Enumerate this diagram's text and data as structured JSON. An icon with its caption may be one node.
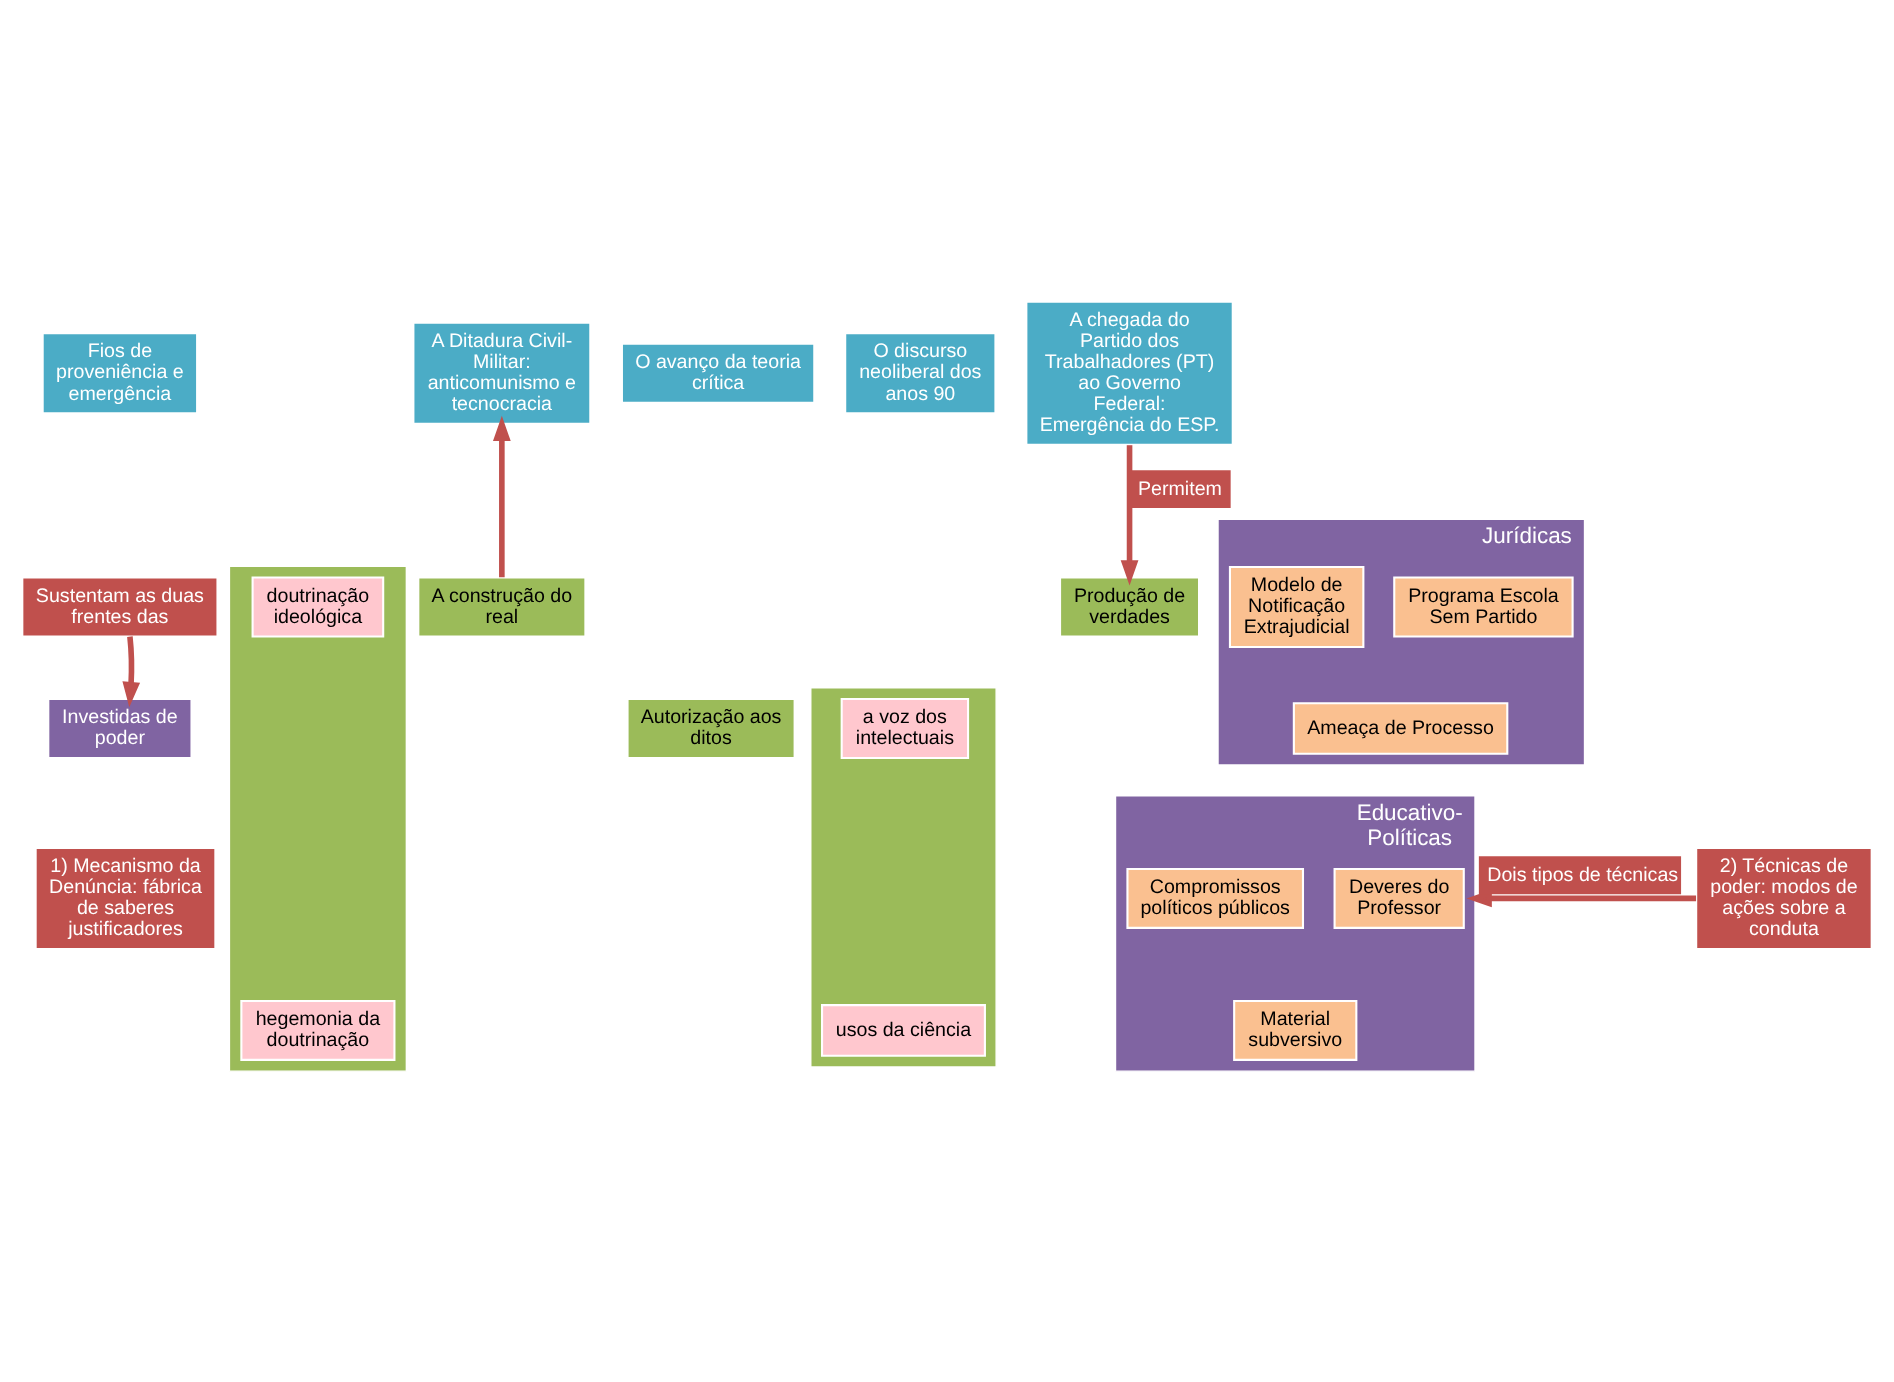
{
  "diagram": {
    "nodes": [
      {
        "text": [
          "Fios de proveniência e emergência"
        ]
      },
      {
        "text": [
          "A Ditadura Civil-Militar: anticomunismo e tecnocracia"
        ]
      },
      {
        "text": [
          "O avanço da teoria crítica"
        ]
      },
      {
        "text": [
          "O discurso neoliberal dos anos 90"
        ]
      },
      {
        "text": [
          "A chegada do Partido dos Trabalhadores (PT) ao Governo Federal: Emergência do ESP."
        ]
      },
      {
        "text": [
          "Sustentam as duas frentes das"
        ]
      },
      {
        "text": [
          "A construção do real"
        ]
      },
      {
        "text": [],
        "shape": "box"
      },
      {
        "text": [
          "doutrinação ideológica"
        ],
        "in": 7
      },
      {
        "text": [
          "hegemonia da doutrinação"
        ],
        "in": 7
      },
      {
        "text": [
          "Produção de verdades"
        ]
      },
      {
        "text": [
          "Autorização aos ditos"
        ]
      },
      {
        "text": [],
        "shape": "box"
      },
      {
        "text": [
          "a voz dos intelectuais"
        ],
        "in": 12
      },
      {
        "text": [
          "usos da ciência"
        ],
        "in": 12
      },
      {
        "text": [
          "Investidas de poder"
        ]
      },
      {
        "text": [
          "Jurídicas"
        ]
      },
      {
        "text": [
          "Programa Escola Sem Partido"
        ],
        "in": 16
      },
      {
        "text": [
          "Modelo de Notificação Extrajudicial"
        ],
        "in": 16
      },
      {
        "text": [
          "Ameaça de Processo"
        ],
        "in": 16
      },
      {
        "text": [
          "Educativo-Políticas"
        ]
      },
      {
        "text": [
          "Deveres do Professor"
        ],
        "in": 20
      },
      {
        "text": [
          "Compromissos políticos públicos"
        ],
        "in": 20
      },
      {
        "text": [
          "Material subversivo"
        ],
        "in": 20
      },
      {
        "text": [
          "1) Mecanismo da Denúncia: fábrica de saberes justificadores"
        ]
      },
      {
        "text": [
          "2) Técnicas de poder: modos de ações sobre a conduta"
        ]
      }
    ],
    "edges": [
      {
        "from": 4,
        "to": 10,
        "arrow": "to",
        "label": "Permitem"
      },
      {
        "from": 6,
        "to": 1,
        "arrow": "to"
      },
      {
        "from": 5,
        "to": 15,
        "arrow": "to"
      },
      {
        "from": 25,
        "to": 20,
        "arrow": "to",
        "label": "Dois tipos de técnicas"
      }
    ]
  }
}
